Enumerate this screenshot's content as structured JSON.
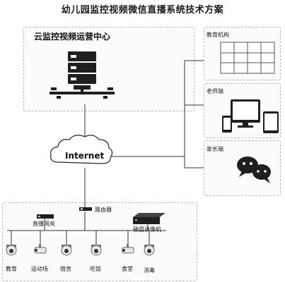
{
  "title": "幼儿园监控视频微信直播系统技术方案",
  "cloud_center": {
    "label": "云监控视频运营中心"
  },
  "network": {
    "label": "Internet"
  },
  "right_panels": [
    {
      "id": "education",
      "label": "教育机构",
      "device": "video-wall"
    },
    {
      "id": "teacher",
      "label": "老师端",
      "device": "monitor-phone-tablet"
    },
    {
      "id": "parent",
      "label": "家长端",
      "device": "wechat"
    }
  ],
  "router": {
    "label": "路由器"
  },
  "live_gateway": {
    "label": "直播网关"
  },
  "nvr": {
    "label": "硬盘录像机"
  },
  "cameras": [
    {
      "label": "教育",
      "type": "dome"
    },
    {
      "label": "运动场",
      "type": "bullet"
    },
    {
      "label": "宿舍",
      "type": "dome"
    },
    {
      "label": "吃饭",
      "type": "dome"
    },
    {
      "label": "食堂",
      "type": "bullet"
    },
    {
      "label": "消毒",
      "type": "dome"
    }
  ],
  "colors": {
    "line": "#333333",
    "device": "#1f1f1f",
    "panel_border": "#b8b8b8"
  }
}
